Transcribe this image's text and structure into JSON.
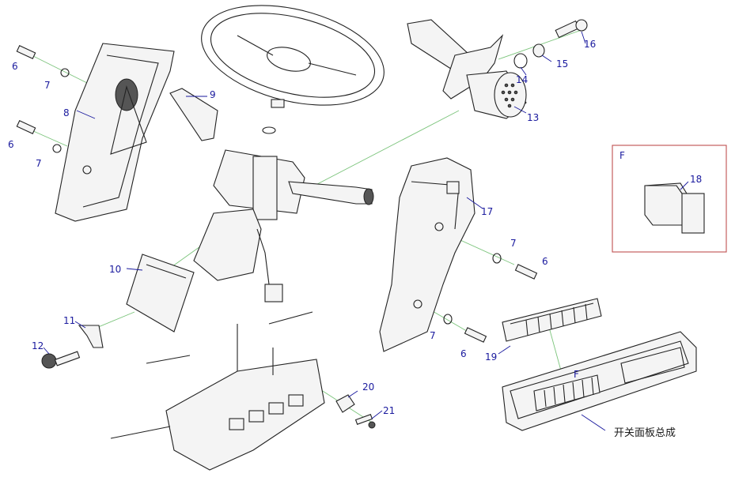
{
  "callouts": [
    "6",
    "7",
    "8",
    "6",
    "7",
    "9",
    "10",
    "11",
    "12",
    "13",
    "14",
    "15",
    "16",
    "17",
    "7",
    "6",
    "7",
    "6",
    "19",
    "20",
    "21",
    "F",
    "18",
    "F"
  ],
  "caption": "开关面板总成",
  "colors": {
    "label": "#1a1a9e",
    "leader": "#1a1a9e",
    "axis": "#7bc47b",
    "inset_border": "#c05050",
    "line": "#222222"
  }
}
